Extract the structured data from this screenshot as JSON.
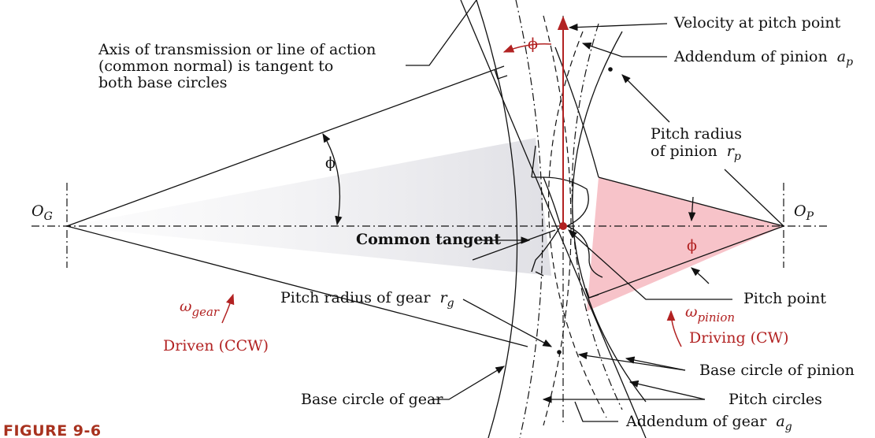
{
  "labels": {
    "axis_line1": "Axis of transmission or line of action",
    "axis_line2": "(common normal) is tangent to",
    "axis_line3": "both base circles",
    "velocity": "Velocity at pitch point",
    "addendum_pinion": "Addendum of pinion",
    "addendum_pinion_sym": "a",
    "addendum_pinion_sub": "p",
    "pitch_radius_pinion_1": "Pitch radius",
    "pitch_radius_pinion_2": "of pinion",
    "pitch_radius_pinion_sym": "r",
    "pitch_radius_pinion_sub": "p",
    "og": "O",
    "og_sub": "G",
    "op": "O",
    "op_sub": "P",
    "phi": "ϕ",
    "common_tangent": "Common tangent",
    "pitch_radius_gear": "Pitch radius of gear",
    "pitch_radius_gear_sym": "r",
    "pitch_radius_gear_sub": "g",
    "pitch_point": "Pitch point",
    "omega": "ω",
    "omega_gear_sub": "gear",
    "omega_pinion_sub": "pinion",
    "driven": "Driven (CCW)",
    "driving": "Driving (CW)",
    "base_circle_pinion": "Base circle of pinion",
    "base_circle_gear": "Base circle of gear",
    "pitch_circles": "Pitch circles",
    "addendum_gear": "Addendum of gear",
    "addendum_gear_sym": "a",
    "addendum_gear_sub": "g",
    "figure": "FIGURE 9-6"
  },
  "colors": {
    "accent_red": "#b22222",
    "pinion_fill": "#f6b9bf",
    "gear_fill": "#e6e6ea",
    "figure_label": "#a8321f"
  }
}
